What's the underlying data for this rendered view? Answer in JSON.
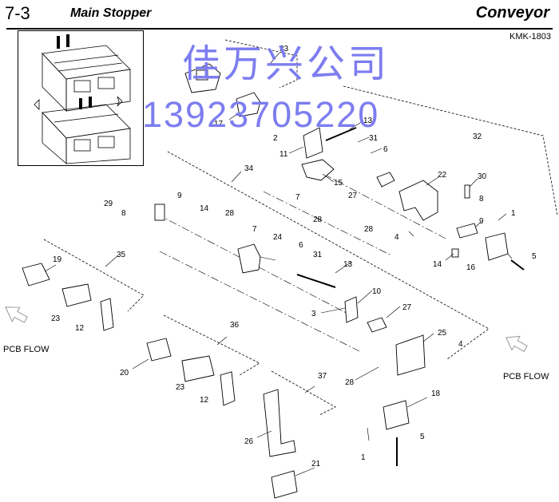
{
  "header": {
    "section_number": "7-3",
    "section_title": "Main Stopper",
    "category": "Conveyor",
    "model": "KMK-1803"
  },
  "watermark": {
    "line1": "佳万兴公司",
    "line2": "13923705220",
    "color": "#7d7df0"
  },
  "flow_labels": {
    "left": "PCB FLOW",
    "right": "PCB FLOW"
  },
  "callouts": {
    "c33": "33",
    "c17": "17",
    "c2": "2",
    "c13a": "13",
    "c31a": "31",
    "c11": "11",
    "c6a": "6",
    "c32": "32",
    "c15": "15",
    "c22": "22",
    "c30": "30",
    "c27a": "27",
    "c7a": "7",
    "c28a": "28",
    "c8a": "8",
    "c1a": "1",
    "c9a": "9",
    "c28b": "28",
    "c4a": "4",
    "c14a": "14",
    "c16": "16",
    "c5a": "5",
    "c34": "34",
    "c29": "29",
    "c9b": "9",
    "c8b": "8",
    "c14b": "14",
    "c28c": "28",
    "c7b": "7",
    "c24": "24",
    "c6b": "6",
    "c31b": "31",
    "c13b": "13",
    "c35": "35",
    "c19": "19",
    "c23a": "23",
    "c12a": "12",
    "c10": "10",
    "c3": "3",
    "c27b": "27",
    "c25": "25",
    "c4b": "4",
    "c36": "36",
    "c20": "20",
    "c23b": "23",
    "c12b": "12",
    "c28d": "28",
    "c37": "37",
    "c18": "18",
    "c26": "26",
    "c1b": "1",
    "c5b": "5",
    "c21": "21"
  }
}
